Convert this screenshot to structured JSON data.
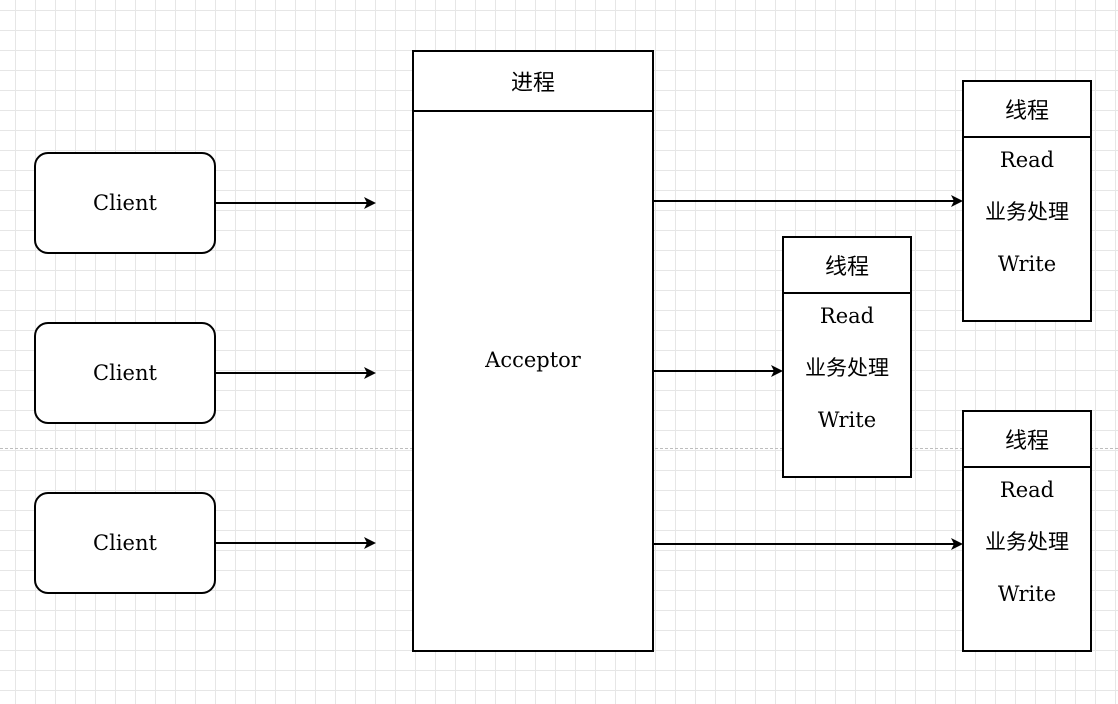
{
  "clients": [
    {
      "label": "Client"
    },
    {
      "label": "Client"
    },
    {
      "label": "Client"
    }
  ],
  "process": {
    "title": "进程",
    "acceptor": "Acceptor"
  },
  "threads": [
    {
      "title": "线程",
      "read": "Read",
      "business": "业务处理",
      "write": "Write"
    },
    {
      "title": "线程",
      "read": "Read",
      "business": "业务处理",
      "write": "Write"
    },
    {
      "title": "线程",
      "read": "Read",
      "business": "业务处理",
      "write": "Write"
    }
  ],
  "colors": {
    "stroke": "#000000",
    "grid": "#e6e6e6",
    "divider": "#bdbdbd"
  }
}
